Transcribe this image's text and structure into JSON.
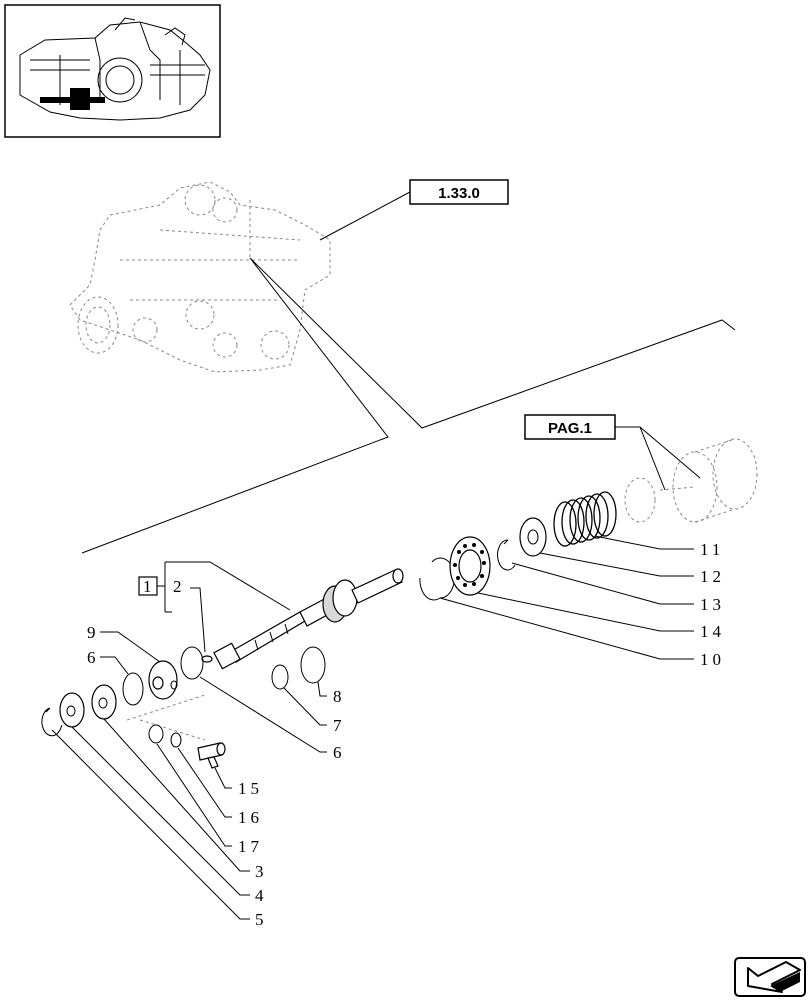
{
  "reference_boxes": {
    "section_ref": "1.33.0",
    "page_ref": "PAG.1",
    "assembly_index": "1"
  },
  "callouts": {
    "c2": "2",
    "c9": "9",
    "c6a": "6",
    "c6b": "6",
    "c8": "8",
    "c7": "7",
    "c15": "15",
    "c16": "16",
    "c17": "17",
    "c3": "3",
    "c4": "4",
    "c5": "5",
    "c10": "10",
    "c11": "11",
    "c12": "12",
    "c13": "13",
    "c14": "14"
  },
  "icons": {
    "thumbnail": "machine-overview-thumbnail",
    "nav": "next-page-arrow-icon"
  }
}
